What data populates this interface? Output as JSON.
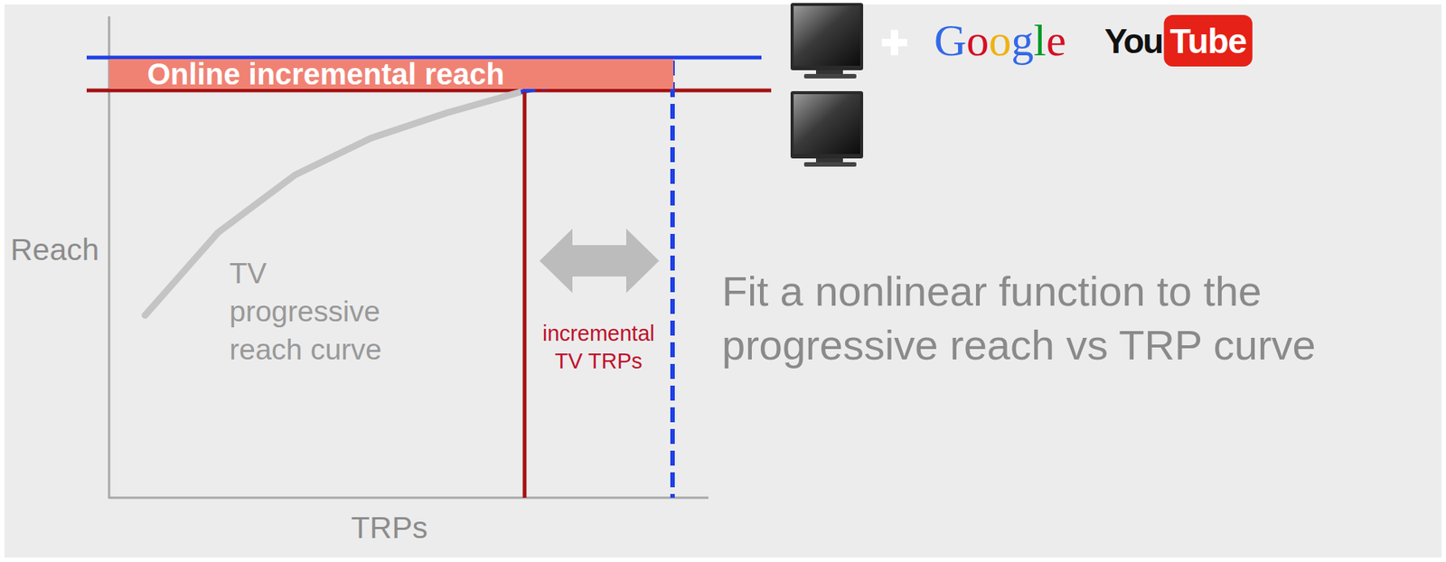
{
  "diagram": {
    "nodes": [
      {
        "text": [
          "Online incremental reach"
        ]
      }
    ],
    "labels": [
      "Reach",
      "TRPs",
      "TV progressive reach curve",
      "incremental TV TRPs",
      "Fit a nonlinear function to the progressive reach vs TRP curve",
      "Google",
      "You",
      "Tube"
    ]
  }
}
